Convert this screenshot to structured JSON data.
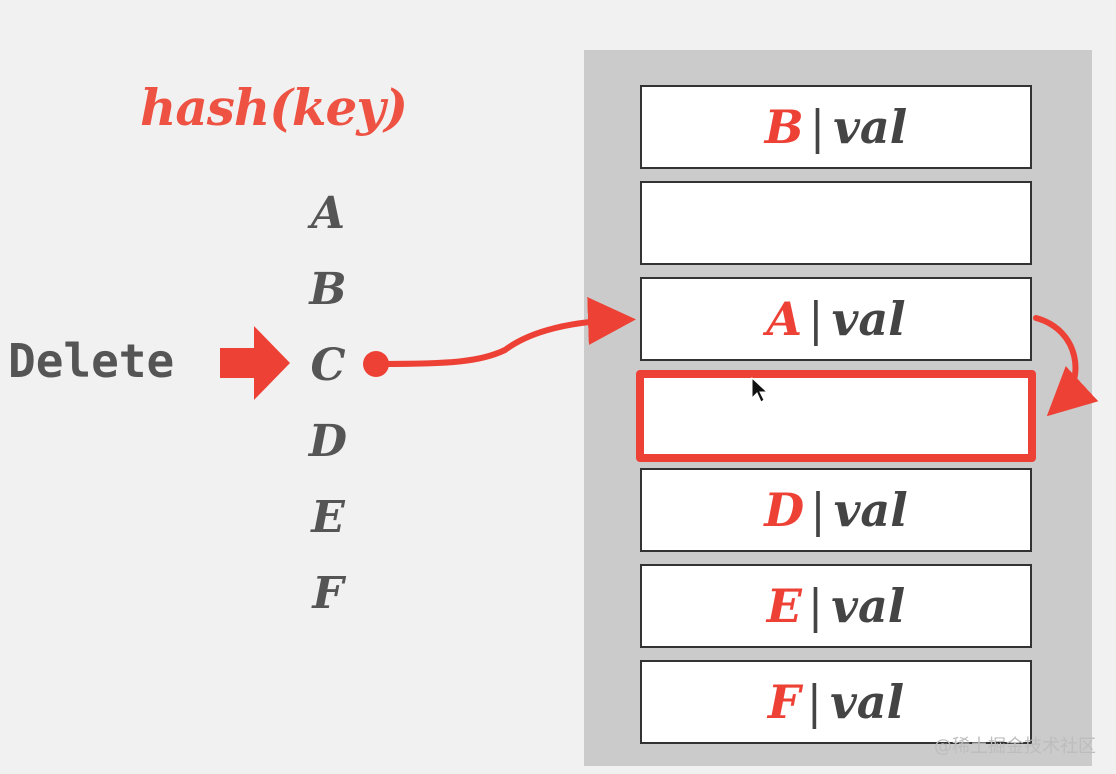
{
  "title": "hash(key)",
  "action_label": "Delete",
  "keys": [
    "A",
    "B",
    "C",
    "D",
    "E",
    "F"
  ],
  "separator": "|",
  "slots": [
    {
      "key": "B",
      "value": "val"
    },
    {
      "key": "",
      "value": ""
    },
    {
      "key": "A",
      "value": "val"
    },
    {
      "key": "",
      "value": ""
    },
    {
      "key": "D",
      "value": "val"
    },
    {
      "key": "E",
      "value": "val"
    },
    {
      "key": "F",
      "value": "val"
    }
  ],
  "watermark": "@稀土掘金技术社区",
  "colors": {
    "accent": "#ee4136",
    "text": "#555555",
    "table_bg": "#cbcbcb",
    "page_bg": "#f1f1f1"
  },
  "icons": [
    "delete-arrow-icon",
    "mouse-cursor-icon"
  ]
}
